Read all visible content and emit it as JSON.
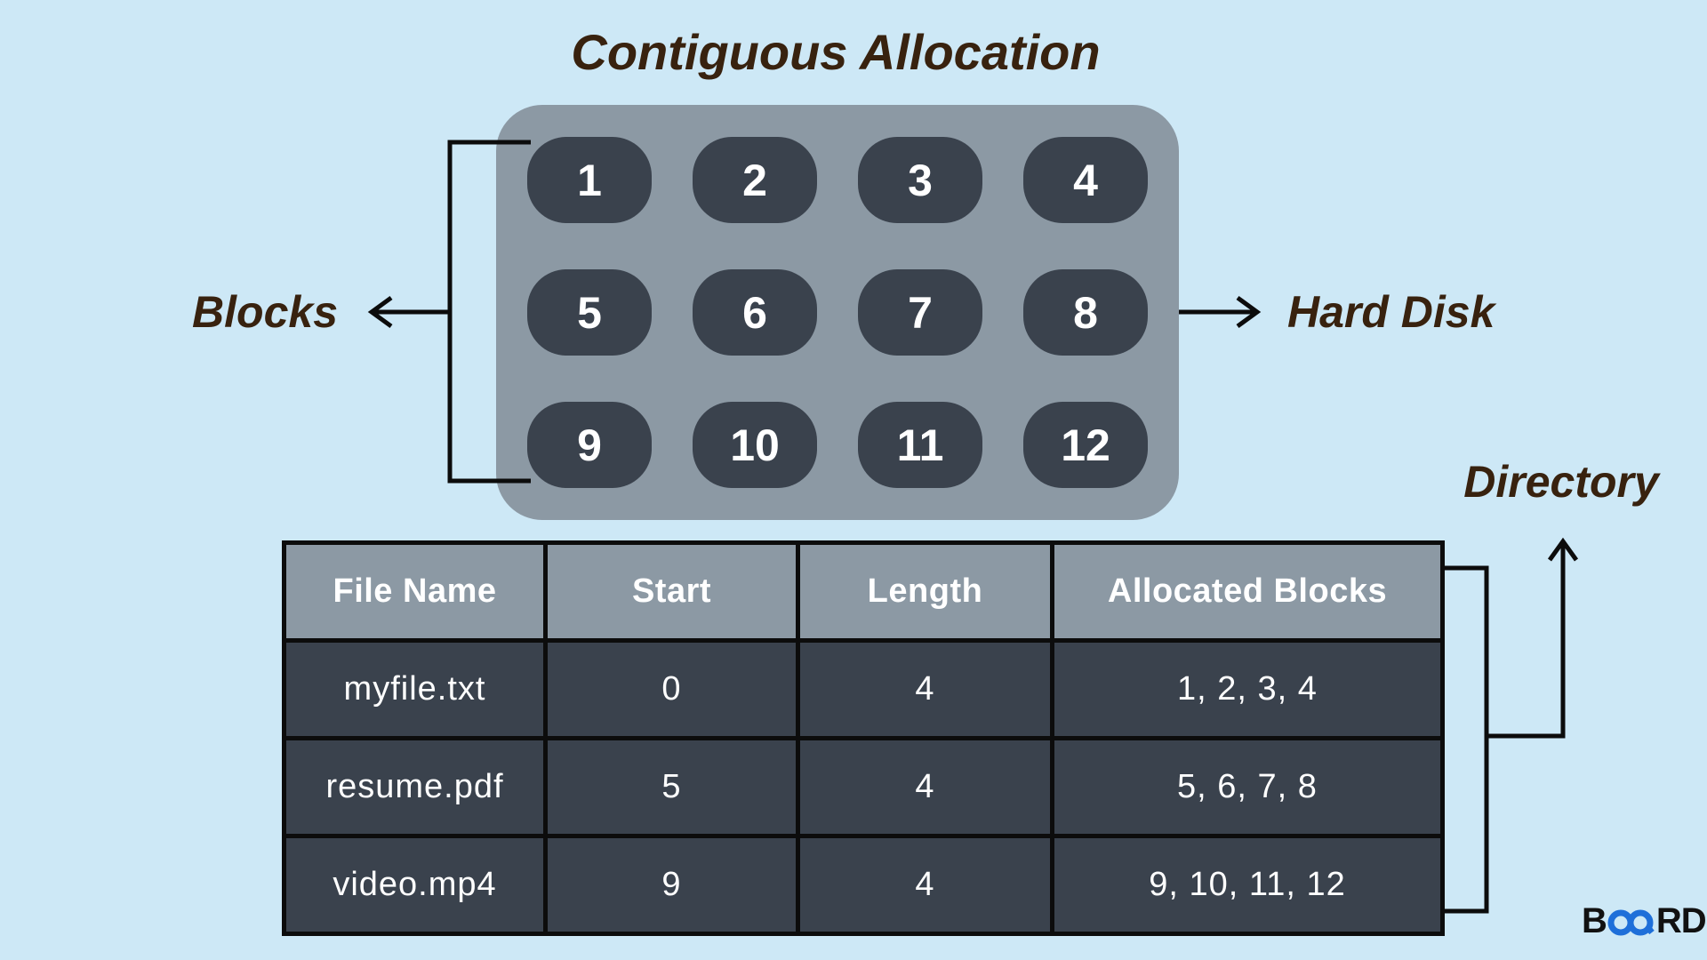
{
  "title": "Contiguous Allocation",
  "labels": {
    "blocks": "Blocks",
    "hard_disk": "Hard Disk",
    "directory": "Directory"
  },
  "disk": {
    "blocks": [
      "1",
      "2",
      "3",
      "4",
      "5",
      "6",
      "7",
      "8",
      "9",
      "10",
      "11",
      "12"
    ]
  },
  "table": {
    "headers": [
      "File Name",
      "Start",
      "Length",
      "Allocated Blocks"
    ],
    "rows": [
      {
        "file_name": "myfile.txt",
        "start": "0",
        "length": "4",
        "allocated_blocks": "1, 2, 3, 4"
      },
      {
        "file_name": "resume.pdf",
        "start": "5",
        "length": "4",
        "allocated_blocks": "5, 6, 7, 8"
      },
      {
        "file_name": "video.mp4",
        "start": "9",
        "length": "4",
        "allocated_blocks": "9, 10, 11, 12"
      }
    ]
  },
  "logo": {
    "prefix": "B",
    "suffix": "RD",
    "icon": "infinity-icon"
  },
  "colors": {
    "background": "#cde8f6",
    "panel_gray": "#8c99a4",
    "block_dark": "#3a424d",
    "text_brown": "#38220f",
    "line_black": "#0c0c0c",
    "logo_blue": "#1e6fd9",
    "text_white": "#ffffff"
  }
}
